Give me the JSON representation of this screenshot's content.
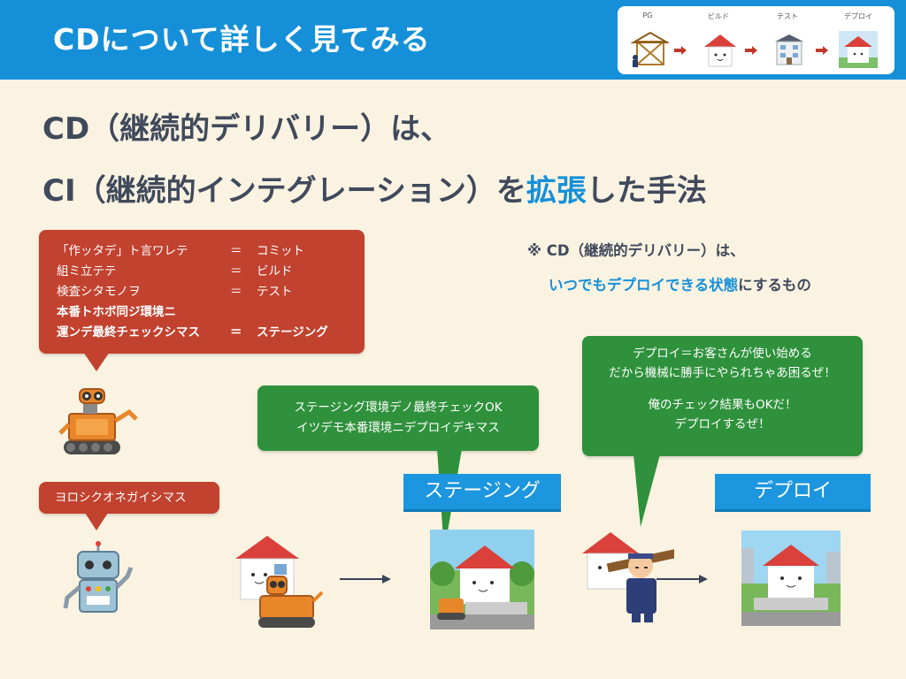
{
  "header": {
    "title": "CDについて詳しく見てみる",
    "flow": {
      "labels": [
        "PG",
        "ビルド",
        "テスト",
        "デプロイ"
      ]
    }
  },
  "headline": {
    "line1": "CD（継続的デリバリー）は、",
    "line2_before": "CI（継続的インテグレーション）を",
    "line2_accent": "拡張",
    "line2_after": "した手法"
  },
  "robot_speech": {
    "rows": [
      {
        "left": "「作ッタデ」ト言ワレテ",
        "eq": "＝",
        "right": "コミット",
        "bold": false
      },
      {
        "left": " 組ミ立テテ",
        "eq": "＝",
        "right": "ビルド",
        "bold": false
      },
      {
        "left": " 検査シタモノヲ",
        "eq": "＝",
        "right": "テスト",
        "bold": false
      },
      {
        "left": " 本番トホボ同ジ環境ニ",
        "eq": "",
        "right": "",
        "bold": true
      },
      {
        "left": " 運ンデ最終チェックシマス",
        "eq": "＝",
        "right": "ステージング",
        "bold": true
      }
    ]
  },
  "robot2_speech": "ヨロシクオネガイシマス",
  "note": {
    "line1": "※ CD（継続的デリバリー）は、",
    "line2_accent": "いつでもデプロイできる状態",
    "line2_after": "にするもの"
  },
  "staging_speech": {
    "line1": "ステージング環境デノ最終チェックOK",
    "line2": "イツデモ本番環境ニデプロイデキマス"
  },
  "worker_speech": {
    "line1": "デプロイ＝お客さんが使い始める",
    "line2": "だから機械に勝手にやられちゃあ困るぜ！",
    "line3": "俺のチェック結果もOKだ！",
    "line4": "デプロイするぜ！"
  },
  "stages": {
    "staging": "ステージング",
    "deploy": "デプロイ"
  },
  "colors": {
    "header_bg": "#1590d8",
    "page_bg": "#fbf3e2",
    "text": "#404a5c",
    "accent": "#1590d8",
    "red_bubble": "#c1422f",
    "green_bubble": "#2f913c",
    "stage_label": "#1c96de"
  }
}
